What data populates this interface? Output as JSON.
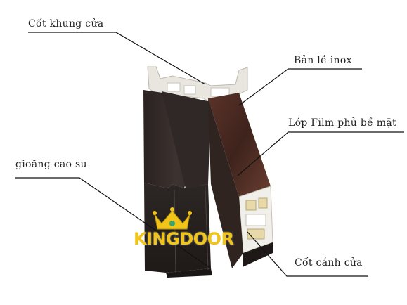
{
  "labels": {
    "frame_core": "Cốt khung cửa",
    "hinge": "Bản lề inox",
    "film_layer": "Lớp Film phủ bề mặt",
    "gasket": "gioăng cao su",
    "door_leaf_core": "Cốt cánh cửa"
  },
  "logo": {
    "text": "KINGDOOR",
    "color": "#f0c419"
  },
  "colors": {
    "frame": "#3b2f2a",
    "wood_film": "#4a2a22",
    "core": "#f3f1ec"
  }
}
